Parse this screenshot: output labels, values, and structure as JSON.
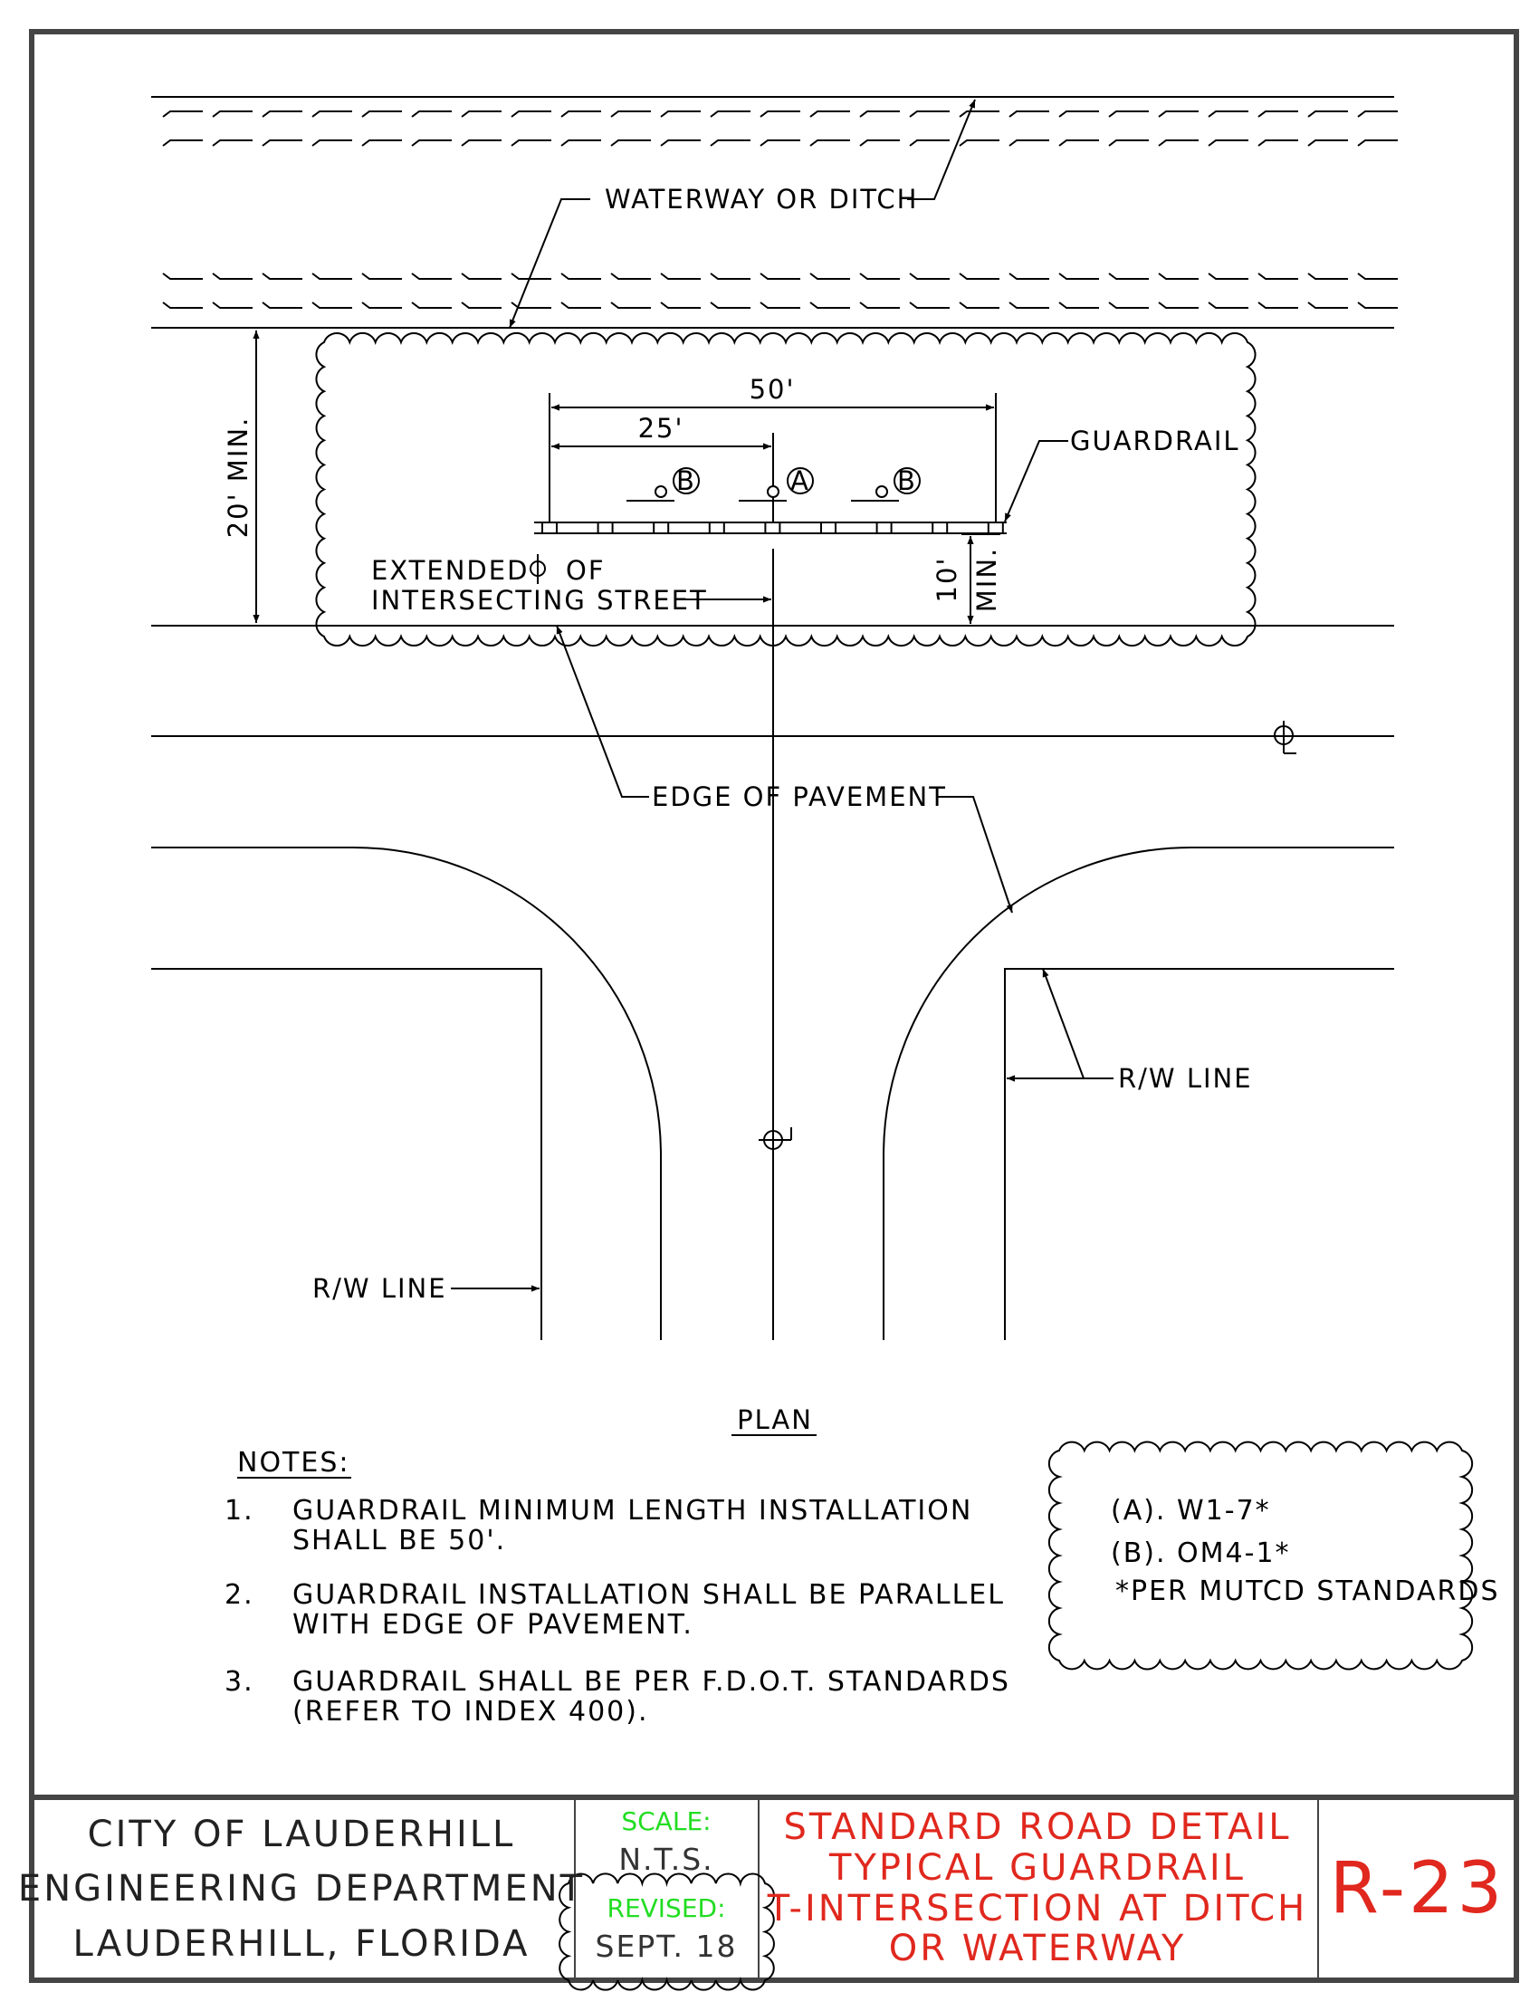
{
  "labels": {
    "waterway": "WATERWAY OR DITCH",
    "dim_50": "50'",
    "dim_25": "25'",
    "guardrail": "GUARDRAIL",
    "dim_20": "20' MIN.",
    "dim_10": "10'",
    "dim_10_min": "MIN.",
    "extended_cl_1": "EXTENDED",
    "extended_cl_2": "OF",
    "intersecting": "INTERSECTING STREET",
    "edge_pavement": "EDGE OF PAVEMENT",
    "rw_line_right": "R/W LINE",
    "rw_line_left": "R/W LINE",
    "sign_a": "A",
    "sign_b": "B",
    "plan": "PLAN"
  },
  "notes": {
    "title": "NOTES:",
    "items": [
      {
        "num": "1.",
        "lines": [
          "GUARDRAIL MINIMUM LENGTH INSTALLATION",
          "SHALL BE 50'."
        ]
      },
      {
        "num": "2.",
        "lines": [
          "GUARDRAIL INSTALLATION SHALL BE PARALLEL",
          "WITH EDGE OF PAVEMENT."
        ]
      },
      {
        "num": "3.",
        "lines": [
          "GUARDRAIL SHALL BE PER F.D.O.T. STANDARDS",
          "(REFER TO INDEX 400)."
        ]
      }
    ]
  },
  "legend": {
    "a": "(A). W1-7*",
    "b": "(B). OM4-1*",
    "note": "*PER MUTCD STANDARDS"
  },
  "title_block": {
    "city": "CITY OF LAUDERHILL",
    "dept": "ENGINEERING DEPARTMENT",
    "location": "LAUDERHILL, FLORIDA",
    "scale_label": "SCALE:",
    "scale_value": "N.T.S.",
    "revised_label": "REVISED:",
    "revised_value": "SEPT. 18",
    "title_lines": [
      "STANDARD ROAD DETAIL",
      "TYPICAL GUARDRAIL",
      "T-INTERSECTION AT DITCH",
      "OR WATERWAY"
    ],
    "sheet_number": "R-23"
  },
  "colors": {
    "title_red": "#e0281e",
    "scale_green": "#22dd22"
  }
}
